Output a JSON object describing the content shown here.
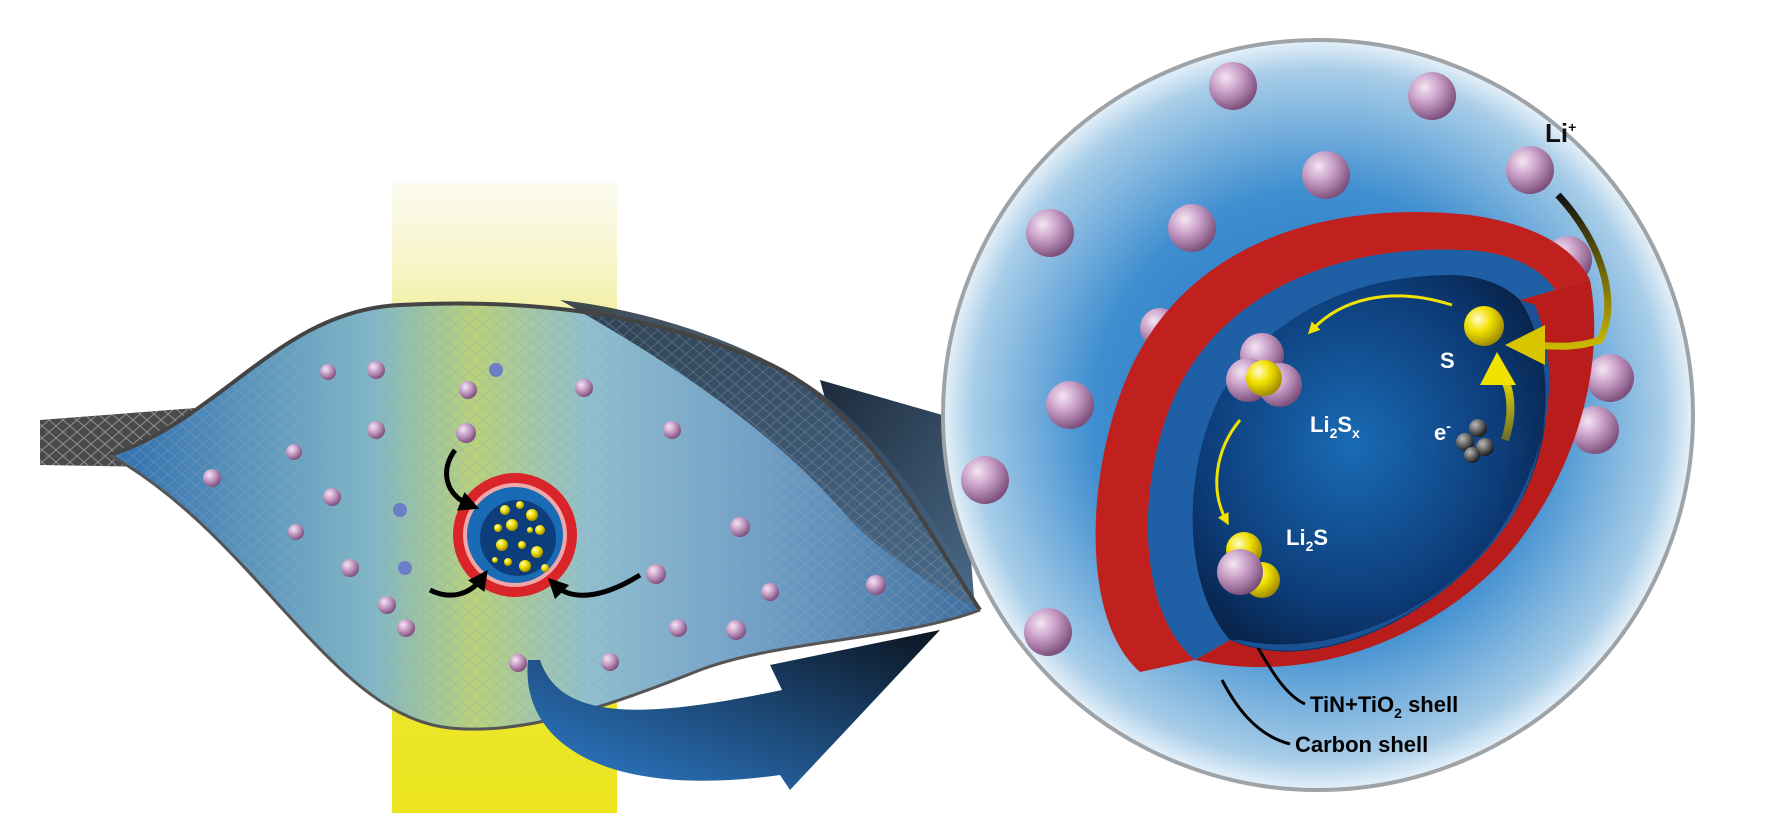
{
  "labels": {
    "li_ion": {
      "base": "Li",
      "sup": "+"
    },
    "sulfur": "S",
    "electron": {
      "base": "e",
      "sup": "-"
    },
    "li2sx": {
      "base1": "Li",
      "sub1": "2",
      "base2": "S",
      "sub2": "x"
    },
    "li2s": {
      "base1": "Li",
      "sub1": "2",
      "base2": "S"
    },
    "tin_shell": {
      "base": "TiN+TiO",
      "sub": "2",
      "suffix": " shell"
    },
    "carbon_shell": "Carbon shell"
  },
  "colors": {
    "li_sphere": "#c9a0c8",
    "sulfur_sphere": "#f2e200",
    "carbon_shell": "#c0201e",
    "electrolyte_blue": "#2a7fc4",
    "light_beam": "#e8e23a",
    "graphene": "#3a3a3a"
  }
}
